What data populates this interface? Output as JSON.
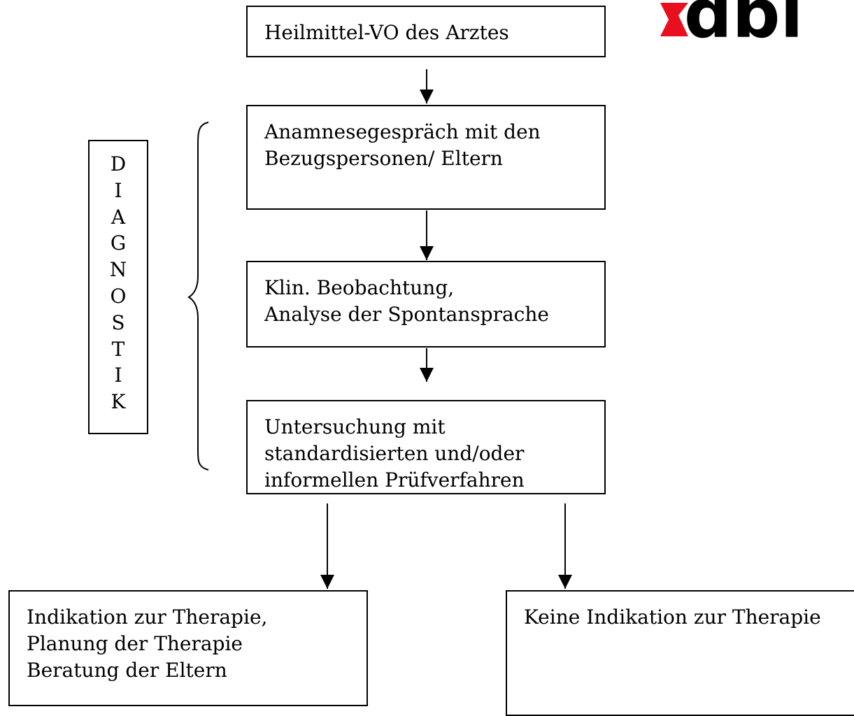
{
  "logo": {
    "text": "dbl",
    "accent_color": "#e8101e"
  },
  "boxes": {
    "vo": [
      "Heilmittel-VO des Arztes"
    ],
    "anamnese": [
      "Anamnesegespräch mit den",
      "Bezugspersonen/ Eltern"
    ],
    "klin": [
      "Klin. Beobachtung,",
      "Analyse der Spontansprache"
    ],
    "untersuchung": [
      "Untersuchung mit",
      "standardisierten und/oder",
      "informellen Prüfverfahren"
    ],
    "indikation": [
      "Indikation zur Therapie,",
      "Planung der Therapie",
      "Beratung der Eltern"
    ],
    "keine": [
      "Keine Indikation zur Therapie"
    ]
  },
  "diagnostik_letters": [
    "D",
    "I",
    "A",
    "G",
    "N",
    "O",
    "S",
    "T",
    "I",
    "K"
  ]
}
